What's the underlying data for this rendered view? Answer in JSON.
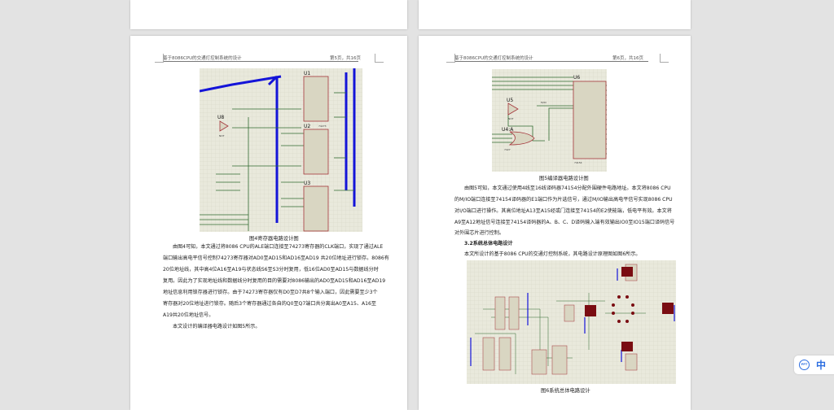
{
  "left_page": {
    "header_title": "基于8086CPU的交通灯控制系统的设计",
    "header_page": "第5页，共16页",
    "figure_caption": "图4寄存器电路设计图",
    "figure_labels": {
      "u1": "U1",
      "u2": "U2",
      "u3": "U3",
      "u8": "U8",
      "chip": "74273",
      "not": "NOT"
    },
    "paragraph_lines": [
      "由图4可知，本文通过将8086 CPU的ALE端口连接至74273寄存器的CLK端口，实现了通过ALE",
      "端口输出高电平信号控制74273寄存器对AD0至AD15和AD16至AD19 共20位地址进行锁存。8086有",
      "20位地址线，其中高4位A16至A19与状态线S6至S3分时复用，低16位AD0至AD15与数据线分时",
      "复用。因此为了实现地址线和数据线分时复用的目的需要对8086输出的AD0至AD15和AD16至AD19",
      "地址信息利用锁存器进行锁存。由于74273寄存器仅有D0至D7共8个输入端口，因此需要至少3个",
      "寄存器对20位地址进行锁存。随后3个寄存器通过各自的Q0至Q7端口共分离出A0至A15、A16至",
      "A19共20位地址信号。"
    ],
    "closing_line": "本文设计的编译器电路设计如图5所示。"
  },
  "right_page": {
    "header_title": "基于8086CPU的交通灯控制系统的设计",
    "header_page": "第6页，共16页",
    "figure5_caption": "图5编译器电路设计图",
    "figure5_labels": {
      "u6": "U6",
      "u5": "U5",
      "u4": "U4:A",
      "chip": "74154",
      "not": "NOT",
      "nor": "7427",
      "mio": "M/IO"
    },
    "paragraph_lines": [
      "由图5可知，本文通过使用4线至16线译码器74154分配外围硬件电路地址。本文将8086 CPU",
      "的M/IO端口连接至74154译码器的E1端口作为片选信号，通过M/IO输出高电平信号实现8086 CPU",
      "对I/O端口进行操作。其高位地址A13至A15经或门连接至74154的E2使能端，低电平有效。本文将",
      "A9至A12地址信号连接至74154译码器的A、B、C、D译码输入端有效输出IO0至IO15端口译码信号",
      "对外围芯片进行控制。"
    ],
    "section_heading": "3.2系统总体电路设计",
    "section_line": "本文所设计的基于8086 CPU的交通灯控制系统，其电路设计原理图如图6所示。",
    "figure6_caption": "图6系统总体电路设计"
  },
  "floating_widget": {
    "icon": "translate-icon",
    "label": "中"
  },
  "colors": {
    "background": "#e3e3e3",
    "schematic_grid": "#e9e9dc",
    "wire_blue": "#1414d8",
    "wire_green": "#2f6a2f",
    "chip_fill": "#d9d6c2",
    "chip_border": "#a4353a",
    "led_red": "#7a0d12"
  }
}
